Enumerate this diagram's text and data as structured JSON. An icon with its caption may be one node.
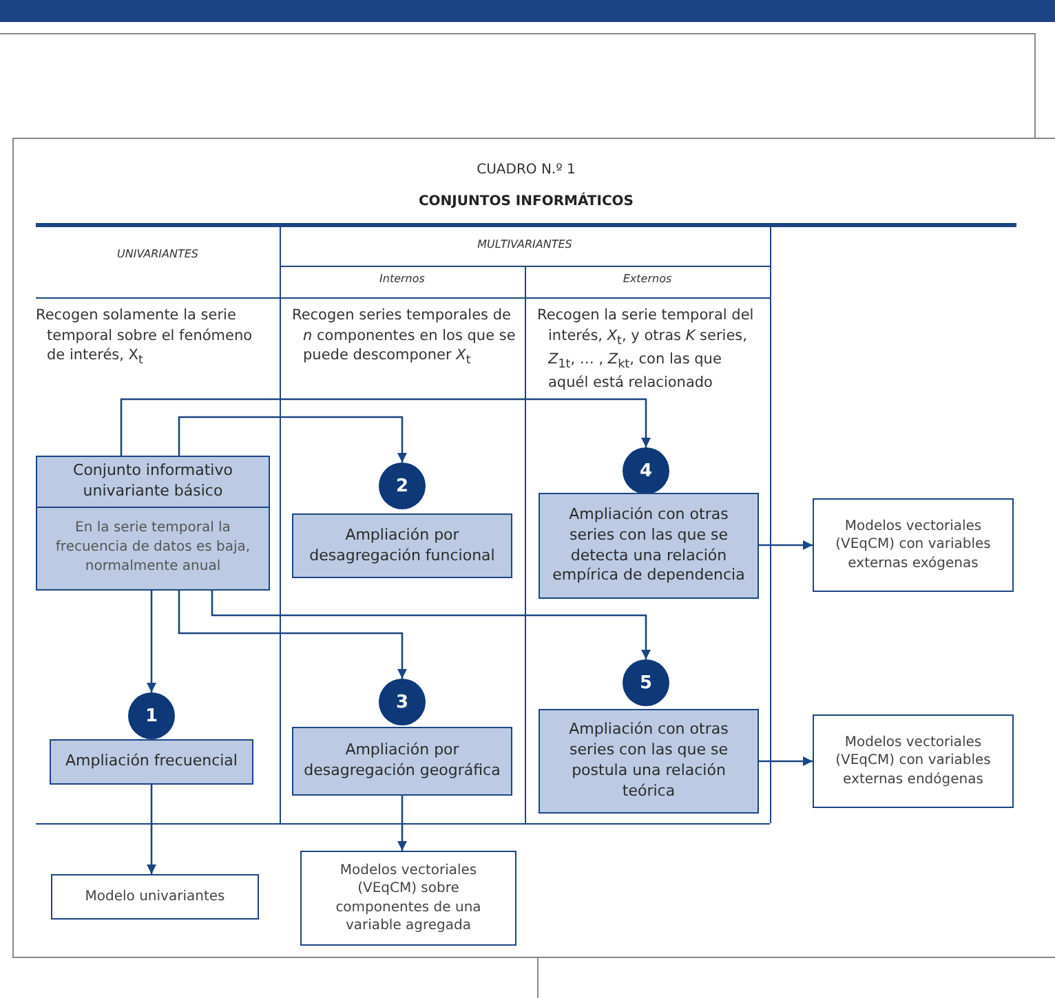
{
  "diagram": {
    "title": "CONJUNTOS INFORMÁTICOS",
    "nodes": [
      {
        "text": [
          "Conjunto informativo univariante básico",
          "En la serie temporal la frecuencia de datos es baja, normalmente anual"
        ]
      },
      {
        "text": [
          "1"
        ]
      },
      {
        "text": [
          "Ampliación frecuencial"
        ]
      },
      {
        "text": [
          "2"
        ]
      },
      {
        "text": [
          "Ampliación por desagregación funcional"
        ]
      },
      {
        "text": [
          "3"
        ]
      },
      {
        "text": [
          "Ampliación por desagregación geográfica"
        ]
      },
      {
        "text": [
          "4"
        ]
      },
      {
        "text": [
          "Ampliación con otras series con las que se detecta una relación empírica de dependencia"
        ]
      },
      {
        "text": [
          "5"
        ]
      },
      {
        "text": [
          "Ampliación con otras series con las que se postula una relación teórica"
        ]
      },
      {
        "text": [
          "Modelos vectoriales (VEqCM) con variables externas exógenas"
        ]
      },
      {
        "text": [
          "Modelos vectoriales (VEqCM) con variables externas endógenas"
        ]
      },
      {
        "text": [
          "Modelo univariantes"
        ]
      },
      {
        "text": [
          "Modelos vectoriales (VEqCM) sobre componentes de una variable agregada"
        ]
      }
    ],
    "edges": [
      {
        "from": 0,
        "to": 7,
        "arrow": "to"
      },
      {
        "from": 0,
        "to": 3,
        "arrow": "to"
      },
      {
        "from": 0,
        "to": 1,
        "arrow": "to"
      },
      {
        "from": 0,
        "to": 5,
        "arrow": "to"
      },
      {
        "from": 0,
        "to": 9,
        "arrow": "to"
      },
      {
        "from": 8,
        "to": 11,
        "arrow": "to"
      },
      {
        "from": 10,
        "to": 12,
        "arrow": "to"
      },
      {
        "from": 2,
        "to": 13,
        "arrow": "to"
      },
      {
        "from": 6,
        "to": 14,
        "arrow": "to"
      }
    ],
    "labels": [
      "CUADRO N.º 1",
      "UNIVARIANTES",
      "MULTIVARIANTES",
      "Internos",
      "Externos",
      "Recogen solamente la serie temporal sobre el fenómeno de interés, X$_{t}$",
      "Recogen series temporales de *n* componentes en los que se puede descomponer *X*$_{t}$",
      "Recogen la serie temporal del interés, *X*$_{t}$, y otras *K* series, *Z*$_{1t}$, … , *Z*$_{kt}$, con las que aquél está relacionado"
    ]
  }
}
